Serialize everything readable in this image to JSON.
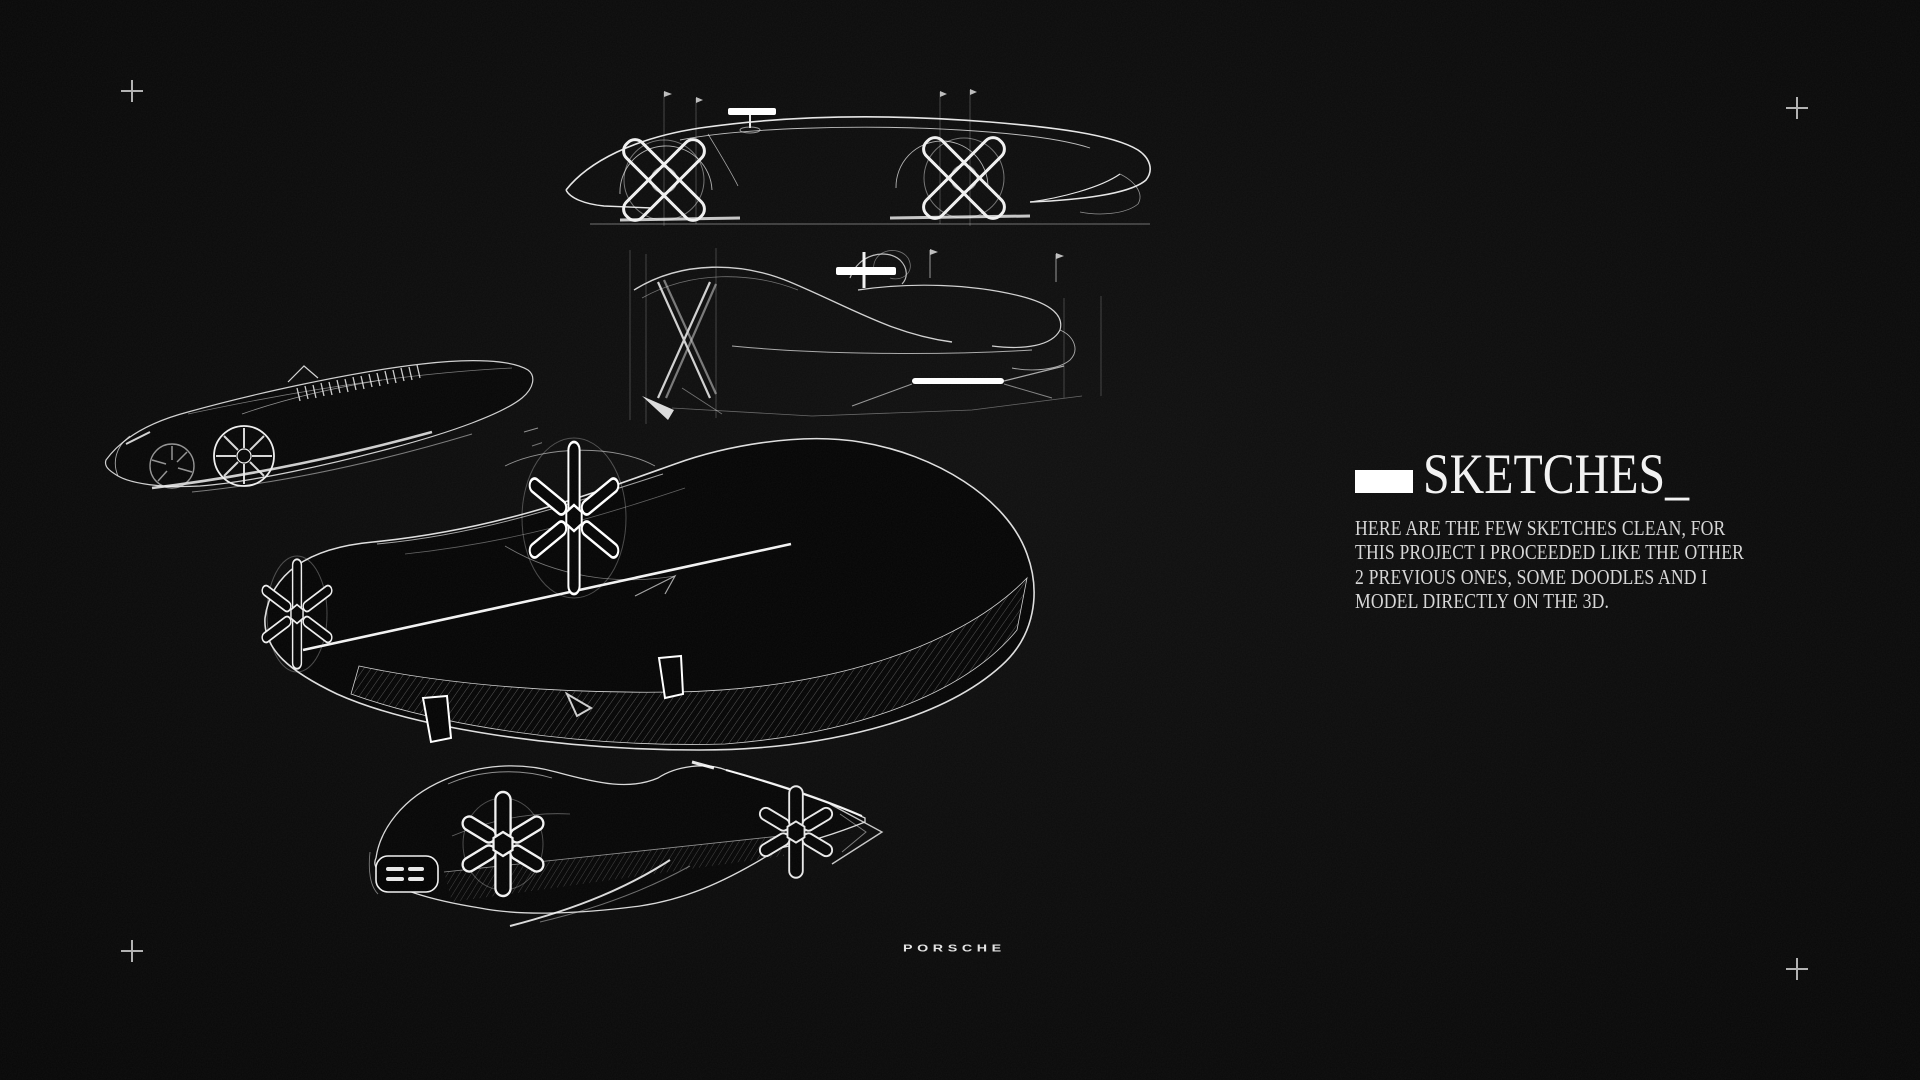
{
  "page": {
    "background": "#0b0b0b",
    "ink": "#e8e8e8",
    "accent": "#ffffff"
  },
  "info_panel": {
    "title": "SKETCHES_",
    "marker": "white-rectangle",
    "description_lines": [
      "HERE ARE THE FEW SKETCHES CLEAN, FOR",
      "THIS PROJECT I PROCEEDED LIKE THE OTHER",
      "2 PREVIOUS ONES, SOME DOODLES AND I",
      "MODEL DIRECTLY ON THE 3D."
    ]
  },
  "footer": {
    "brand_wordmark": "PORSCHE"
  },
  "decorations": {
    "registration_cross_count": 4
  },
  "sketches": {
    "items": [
      {
        "label": "line sketch, side view car with X wheels"
      },
      {
        "label": "rough line sketch, side view open cockpit car"
      },
      {
        "label": "rendered tilted three-quarter speedform"
      },
      {
        "label": "large rendered three-quarter speedform with asterisk wheels"
      },
      {
        "label": "rendered side view speedform with asterisk wheels"
      }
    ]
  }
}
